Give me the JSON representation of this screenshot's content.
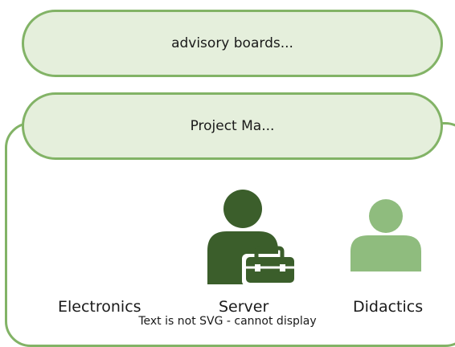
{
  "boxes": {
    "top": "advisory boards...",
    "middle": "Project Ma..."
  },
  "items": [
    {
      "label": "Electronics"
    },
    {
      "label": "Server",
      "icon": "person-briefcase-icon",
      "color": "#3b5e2b"
    },
    {
      "label": "Didactics",
      "icon": "person-icon",
      "color": "#8fbc7e"
    }
  ],
  "footer_note": "Text is not SVG - cannot display",
  "colors": {
    "border": "#82b366",
    "fill": "#e5efdc",
    "dark_icon": "#3b5e2b",
    "light_icon": "#8fbc7e"
  }
}
